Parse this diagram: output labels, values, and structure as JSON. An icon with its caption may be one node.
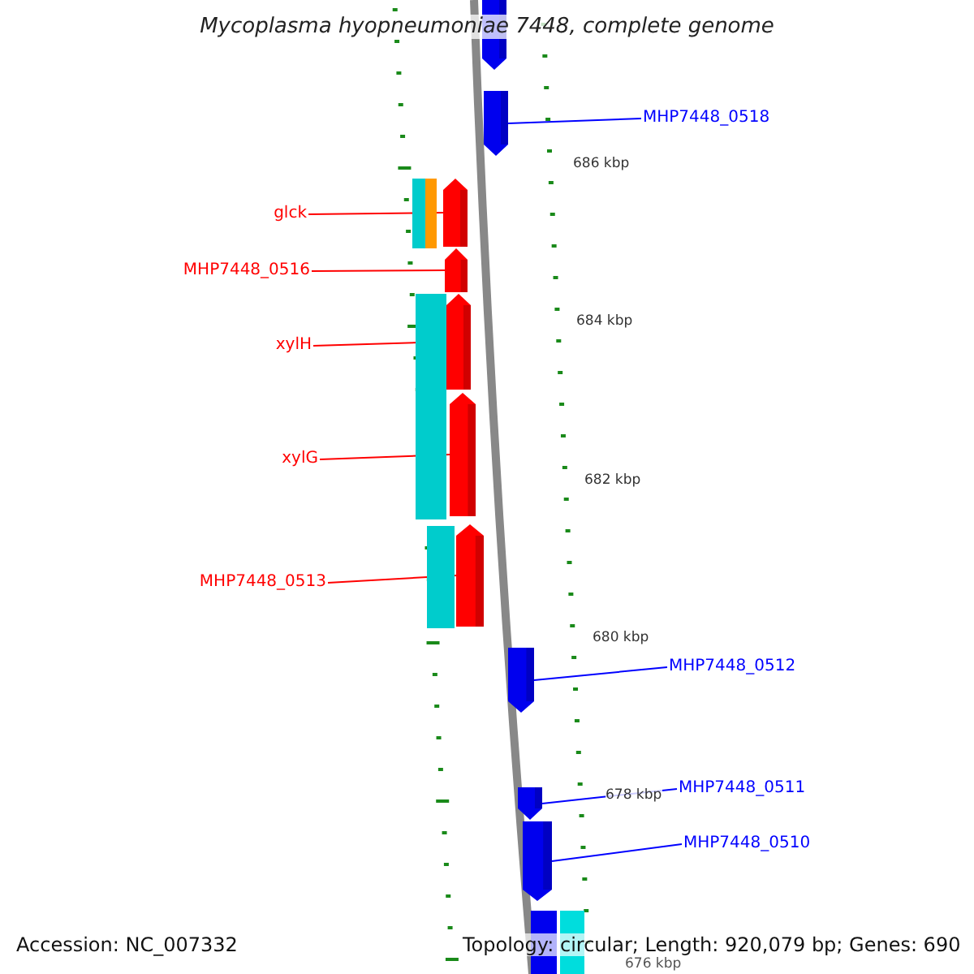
{
  "diagram": {
    "title": "Mycoplasma hyopneumoniae 7448, complete genome",
    "nodes": [
      {
        "text": [
          "MHP7448_0518"
        ]
      },
      {
        "text": [
          "glck"
        ]
      },
      {
        "text": [
          "MHP7448_0516"
        ]
      },
      {
        "text": [
          "xylH"
        ]
      },
      {
        "text": [
          "xylG"
        ]
      },
      {
        "text": [
          "MHP7448_0513"
        ]
      },
      {
        "text": [
          "MHP7448_0512"
        ]
      },
      {
        "text": [
          "MHP7448_0511"
        ]
      },
      {
        "text": [
          "MHP7448_0510"
        ]
      },
      {
        "text": [],
        "shape": "pentagon"
      },
      {
        "text": [],
        "shape": "pentagon"
      },
      {
        "text": [],
        "shape": "pentagon"
      },
      {
        "text": [],
        "shape": "pentagon"
      },
      {
        "text": [],
        "shape": "pentagon"
      },
      {
        "text": [],
        "shape": "pentagon"
      },
      {
        "text": [],
        "shape": "pentagon"
      },
      {
        "text": [],
        "shape": "pentagon"
      },
      {
        "text": [],
        "shape": "pentagon"
      },
      {
        "text": [],
        "shape": "pentagon"
      },
      {
        "text": [],
        "shape": "bar"
      },
      {
        "text": [],
        "shape": "bar"
      },
      {
        "text": [],
        "shape": "bar"
      },
      {
        "text": [],
        "shape": "bar"
      },
      {
        "text": [],
        "shape": "bar"
      },
      {
        "text": [],
        "shape": "bar"
      }
    ],
    "edges": [
      {
        "from": 0,
        "to": 9,
        "arrow": "none",
        "color": "#0000ff"
      },
      {
        "from": 1,
        "to": 10,
        "arrow": "none"
      },
      {
        "from": 2,
        "to": 11,
        "arrow": "none"
      },
      {
        "from": 3,
        "to": 12,
        "arrow": "none"
      },
      {
        "from": 4,
        "to": 13,
        "arrow": "none"
      },
      {
        "from": 5,
        "to": 14,
        "arrow": "none"
      },
      {
        "from": 6,
        "to": 15,
        "arrow": "none",
        "color": "#0000ff"
      },
      {
        "from": 7,
        "to": 16,
        "arrow": "none",
        "color": "#0000ff"
      },
      {
        "from": 8,
        "to": 17,
        "arrow": "none",
        "color": "#0000ff"
      }
    ],
    "labels": [
      "686 kbp",
      "684 kbp",
      "682 kbp",
      "680 kbp",
      "678 kbp",
      "676 kbp",
      "Accession: NC_007332",
      "Topology: circular; Length: 920,079 bp; Genes: 690"
    ]
  }
}
